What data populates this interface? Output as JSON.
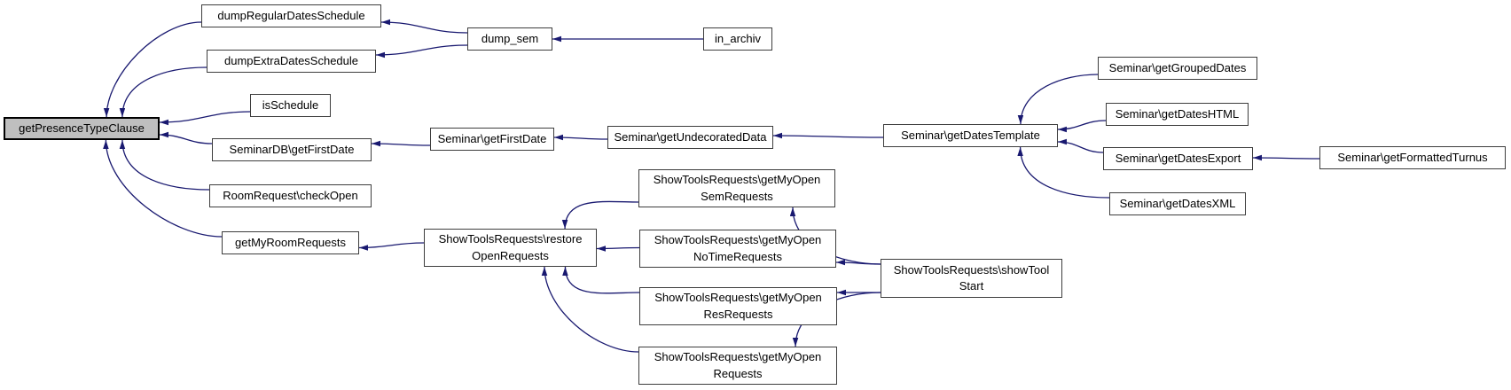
{
  "graph": {
    "type": "call-graph",
    "highlighted_node": "getPresenceTypeClause",
    "nodes": [
      {
        "id": "getPresenceTypeClause",
        "label": "getPresenceTypeClause",
        "highlighted": true
      },
      {
        "id": "dumpRegularDatesSchedule",
        "label": "dumpRegularDatesSchedule"
      },
      {
        "id": "dumpExtraDatesSchedule",
        "label": "dumpExtraDatesSchedule"
      },
      {
        "id": "isSchedule",
        "label": "isSchedule"
      },
      {
        "id": "seminarDBgetFirstDate",
        "label": "SeminarDB\\getFirstDate"
      },
      {
        "id": "roomRequestCheckOpen",
        "label": "RoomRequest\\checkOpen"
      },
      {
        "id": "getMyRoomRequests",
        "label": "getMyRoomRequests"
      },
      {
        "id": "dumpSem",
        "label": "dump_sem"
      },
      {
        "id": "inArchiv",
        "label": "in_archiv"
      },
      {
        "id": "seminarGetFirstDate",
        "label": "Seminar\\getFirstDate"
      },
      {
        "id": "seminarGetUndecoratedData",
        "label": "Seminar\\getUndecoratedData"
      },
      {
        "id": "seminarGetDatesTemplate",
        "label": "Seminar\\getDatesTemplate"
      },
      {
        "id": "seminarGetGroupedDates",
        "label": "Seminar\\getGroupedDates"
      },
      {
        "id": "seminarGetDatesHTML",
        "label": "Seminar\\getDatesHTML"
      },
      {
        "id": "seminarGetDatesExport",
        "label": "Seminar\\getDatesExport"
      },
      {
        "id": "seminarGetFormattedTurnus",
        "label": "Seminar\\getFormattedTurnus"
      },
      {
        "id": "seminarGetDatesXML",
        "label": "Seminar\\getDatesXML"
      },
      {
        "id": "getMyOpenSemRequests",
        "label": "ShowToolsRequests\\getMyOpen\nSemRequests"
      },
      {
        "id": "restoreOpenRequests",
        "label": "ShowToolsRequests\\restore\nOpenRequests"
      },
      {
        "id": "getMyOpenNoTimeRequests",
        "label": "ShowToolsRequests\\getMyOpen\nNoTimeRequests"
      },
      {
        "id": "getMyOpenResRequests",
        "label": "ShowToolsRequests\\getMyOpen\nResRequests"
      },
      {
        "id": "getMyOpenRequests",
        "label": "ShowToolsRequests\\getMyOpen\nRequests"
      },
      {
        "id": "showToolStart",
        "label": "ShowToolsRequests\\showTool\nStart"
      }
    ],
    "edges": [
      {
        "from": "dumpRegularDatesSchedule",
        "to": "getPresenceTypeClause"
      },
      {
        "from": "dumpExtraDatesSchedule",
        "to": "getPresenceTypeClause"
      },
      {
        "from": "isSchedule",
        "to": "getPresenceTypeClause"
      },
      {
        "from": "seminarDBgetFirstDate",
        "to": "getPresenceTypeClause"
      },
      {
        "from": "roomRequestCheckOpen",
        "to": "getPresenceTypeClause"
      },
      {
        "from": "getMyRoomRequests",
        "to": "getPresenceTypeClause"
      },
      {
        "from": "dumpSem",
        "to": "dumpRegularDatesSchedule"
      },
      {
        "from": "dumpSem",
        "to": "dumpExtraDatesSchedule"
      },
      {
        "from": "inArchiv",
        "to": "dumpSem"
      },
      {
        "from": "seminarGetFirstDate",
        "to": "seminarDBgetFirstDate"
      },
      {
        "from": "seminarGetUndecoratedData",
        "to": "seminarGetFirstDate"
      },
      {
        "from": "seminarGetDatesTemplate",
        "to": "seminarGetUndecoratedData"
      },
      {
        "from": "seminarGetGroupedDates",
        "to": "seminarGetDatesTemplate"
      },
      {
        "from": "seminarGetDatesHTML",
        "to": "seminarGetDatesTemplate"
      },
      {
        "from": "seminarGetDatesExport",
        "to": "seminarGetDatesTemplate"
      },
      {
        "from": "seminarGetDatesXML",
        "to": "seminarGetDatesTemplate"
      },
      {
        "from": "seminarGetFormattedTurnus",
        "to": "seminarGetDatesExport"
      },
      {
        "from": "restoreOpenRequests",
        "to": "getMyRoomRequests"
      },
      {
        "from": "getMyOpenSemRequests",
        "to": "restoreOpenRequests"
      },
      {
        "from": "getMyOpenNoTimeRequests",
        "to": "restoreOpenRequests"
      },
      {
        "from": "getMyOpenResRequests",
        "to": "restoreOpenRequests"
      },
      {
        "from": "getMyOpenRequests",
        "to": "restoreOpenRequests"
      },
      {
        "from": "showToolStart",
        "to": "getMyOpenSemRequests"
      },
      {
        "from": "showToolStart",
        "to": "getMyOpenNoTimeRequests"
      },
      {
        "from": "showToolStart",
        "to": "getMyOpenResRequests"
      },
      {
        "from": "showToolStart",
        "to": "getMyOpenRequests"
      }
    ]
  },
  "theme": {
    "edge_color": "#191970",
    "node_border_color": "#3d3d3d",
    "node_fill": "#ffffff",
    "highlight_fill": "#bfbfbf",
    "highlight_border": "#000000",
    "background": "#ffffff",
    "text_color": "#000000"
  }
}
